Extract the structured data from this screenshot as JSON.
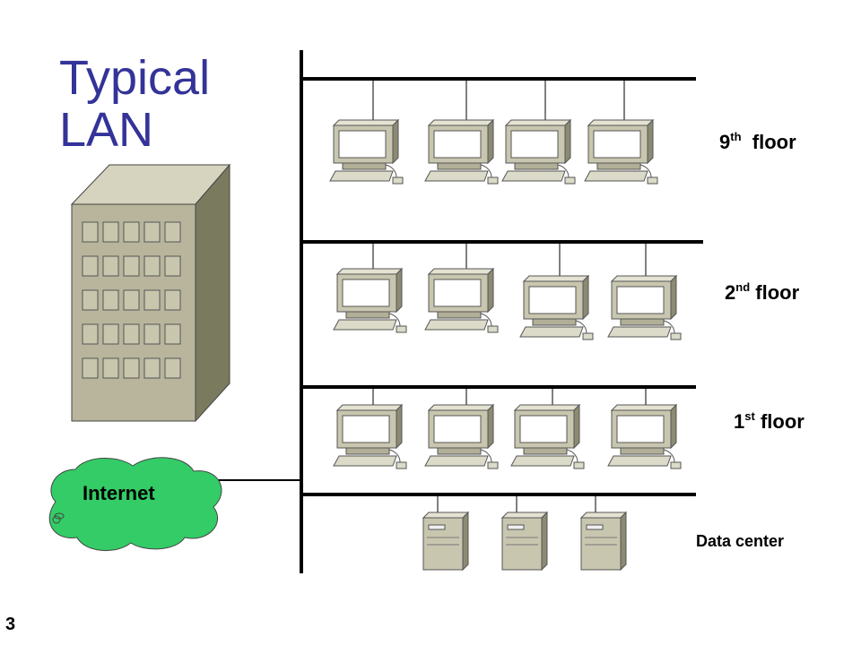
{
  "slide": {
    "title_line1": "Typical",
    "title_line2": "LAN",
    "slide_number": "3"
  },
  "floors": [
    {
      "number": "9",
      "suffix": "th",
      "word": "floor",
      "computers": 4
    },
    {
      "number": "2",
      "suffix": "nd",
      "word": "floor",
      "computers": 4
    },
    {
      "number": "1",
      "suffix": "st",
      "word": "floor",
      "computers": 4
    }
  ],
  "data_center": {
    "label": "Data center",
    "servers": 3
  },
  "internet": {
    "label": "Internet",
    "color": "#33cc66"
  },
  "colors": {
    "title": "#333399",
    "building_front": "#b8b59c",
    "building_side": "#7a7a5e",
    "building_top": "#d6d4bf",
    "computer": "#c9c6b0",
    "network_line": "#000000"
  }
}
